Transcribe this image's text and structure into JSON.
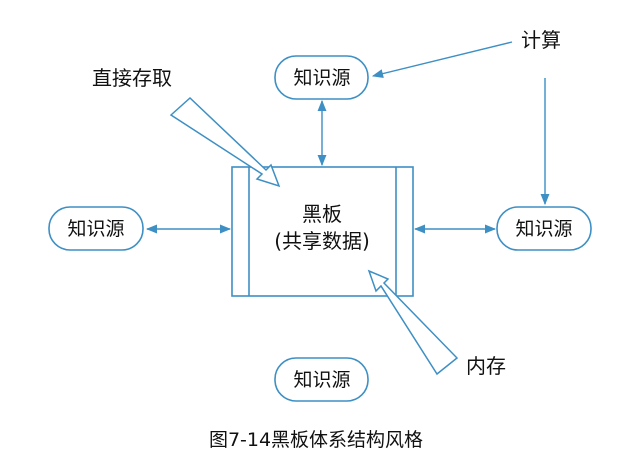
{
  "diagram": {
    "caption": "图7-14黑板体系结构风格",
    "blackboard": {
      "title": "黑板",
      "subtitle": "(共享数据)"
    },
    "knowledge_sources": [
      {
        "label": "知识源"
      },
      {
        "label": "知识源"
      },
      {
        "label": "知识源"
      },
      {
        "label": "知识源"
      }
    ],
    "callouts": {
      "direct_access": "直接存取",
      "compute": "计算",
      "memory": "内存"
    },
    "colors": {
      "stroke": "#3d8fc4",
      "text": "#111111",
      "background": "#ffffff"
    }
  }
}
